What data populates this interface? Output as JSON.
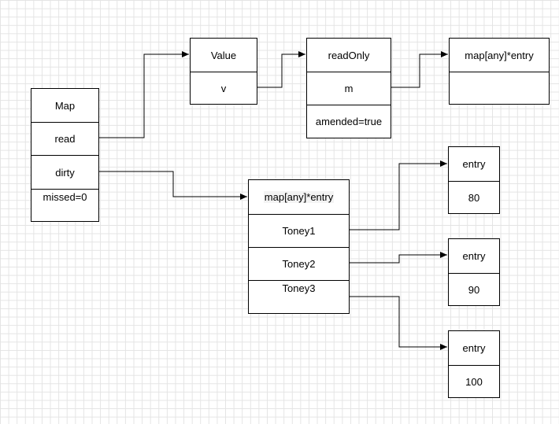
{
  "map": {
    "title": "Map",
    "read": "read",
    "dirty": "dirty",
    "missed": "missed=0"
  },
  "value": {
    "title": "Value",
    "v": "v"
  },
  "readonly": {
    "title": "readOnly",
    "m": "m",
    "amended": "amended=true"
  },
  "readmap": {
    "title": "map[any]*entry",
    "body": ""
  },
  "dirtymap": {
    "title": "map[any]*entry",
    "keys": [
      "Toney1",
      "Toney2",
      "Toney3"
    ]
  },
  "entries": [
    {
      "title": "entry",
      "value": "80"
    },
    {
      "title": "entry",
      "value": "90"
    },
    {
      "title": "entry",
      "value": "100"
    }
  ]
}
